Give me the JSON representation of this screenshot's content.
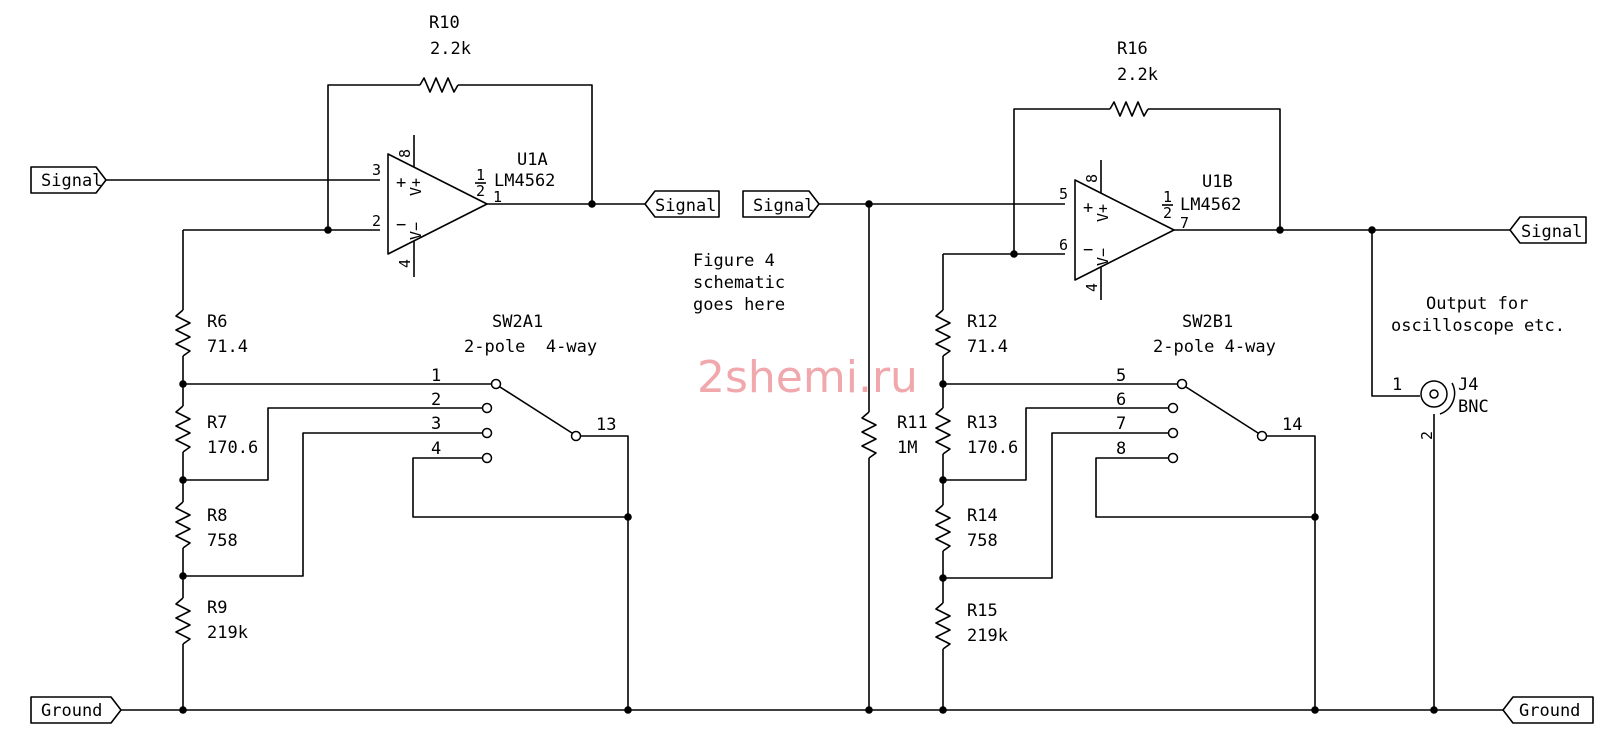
{
  "ports": {
    "in_left": "Signal",
    "out_left": "Signal",
    "in_right": "Signal",
    "out_right": "Signal",
    "ground_left": "Ground",
    "ground_right": "Ground"
  },
  "u1a": {
    "ref": "U1A",
    "part": "LM4562",
    "half_num": "1",
    "half_den": "2",
    "pin_plus": "3",
    "pin_minus": "2",
    "pin_out": "1",
    "pin_vcc": "8",
    "pin_vee": "4",
    "sign_plus": "+",
    "sign_minus": "−",
    "vplus": "V+",
    "vminus": "V−"
  },
  "u1b": {
    "ref": "U1B",
    "part": "LM4562",
    "half_num": "1",
    "half_den": "2",
    "pin_plus": "5",
    "pin_minus": "6",
    "pin_out": "7",
    "pin_vcc": "8",
    "pin_vee": "4",
    "sign_plus": "+",
    "sign_minus": "−",
    "vplus": "V+",
    "vminus": "V−"
  },
  "resistors": {
    "r10": {
      "ref": "R10",
      "value": "2.2k"
    },
    "r16": {
      "ref": "R16",
      "value": "2.2k"
    },
    "r6": {
      "ref": "R6",
      "value": "71.4"
    },
    "r7": {
      "ref": "R7",
      "value": "170.6"
    },
    "r8": {
      "ref": "R8",
      "value": "758"
    },
    "r9": {
      "ref": "R9",
      "value": "219k"
    },
    "r11": {
      "ref": "R11",
      "value": "1M"
    },
    "r12": {
      "ref": "R12",
      "value": "71.4"
    },
    "r13": {
      "ref": "R13",
      "value": "170.6"
    },
    "r14": {
      "ref": "R14",
      "value": "758"
    },
    "r15": {
      "ref": "R15",
      "value": "219k"
    }
  },
  "sw2a": {
    "ref": "SW2A1",
    "desc": "2-pole  4-way",
    "pins": [
      "1",
      "2",
      "3",
      "4"
    ],
    "common": "13"
  },
  "sw2b": {
    "ref": "SW2B1",
    "desc": "2-pole 4-way",
    "pins": [
      "5",
      "6",
      "7",
      "8"
    ],
    "common": "14"
  },
  "j4": {
    "ref": "J4",
    "type": "BNC",
    "pin1": "1",
    "pin2": "2",
    "note_line1": "Output for",
    "note_line2": "oscilloscope etc."
  },
  "note": {
    "line1": "Figure 4",
    "line2": "schematic",
    "line3": "goes here"
  },
  "watermark": "2shemi.ru"
}
